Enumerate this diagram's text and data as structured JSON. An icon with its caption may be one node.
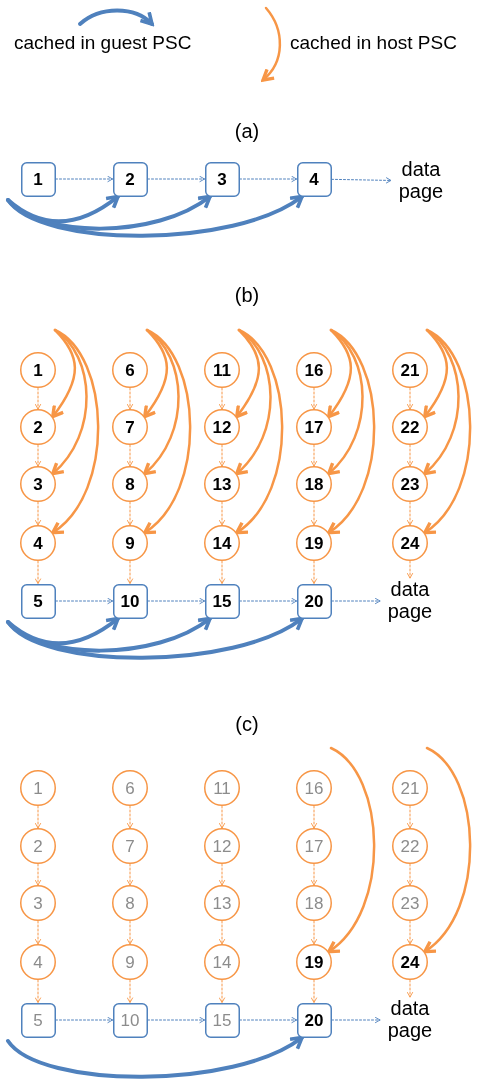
{
  "diagram": {
    "nodes": [
      {
        "text": [
          "1"
        ]
      },
      {
        "text": [
          "2"
        ]
      },
      {
        "text": [
          "3"
        ]
      },
      {
        "text": [
          "4"
        ]
      },
      {
        "text": [
          "data page"
        ]
      },
      {
        "text": [
          "1"
        ]
      },
      {
        "text": [
          "2"
        ]
      },
      {
        "text": [
          "3"
        ]
      },
      {
        "text": [
          "4"
        ]
      },
      {
        "text": [
          "5"
        ]
      },
      {
        "text": [
          "6"
        ]
      },
      {
        "text": [
          "7"
        ]
      },
      {
        "text": [
          "8"
        ]
      },
      {
        "text": [
          "9"
        ]
      },
      {
        "text": [
          "10"
        ]
      },
      {
        "text": [
          "11"
        ]
      },
      {
        "text": [
          "12"
        ]
      },
      {
        "text": [
          "13"
        ]
      },
      {
        "text": [
          "14"
        ]
      },
      {
        "text": [
          "15"
        ]
      },
      {
        "text": [
          "16"
        ]
      },
      {
        "text": [
          "17"
        ]
      },
      {
        "text": [
          "18"
        ]
      },
      {
        "text": [
          "19"
        ]
      },
      {
        "text": [
          "20"
        ]
      },
      {
        "text": [
          "21"
        ]
      },
      {
        "text": [
          "22"
        ]
      },
      {
        "text": [
          "23"
        ]
      },
      {
        "text": [
          "24"
        ]
      },
      {
        "text": [
          "data page"
        ]
      },
      {
        "text": [
          "1"
        ]
      },
      {
        "text": [
          "2"
        ]
      },
      {
        "text": [
          "3"
        ]
      },
      {
        "text": [
          "4"
        ]
      },
      {
        "text": [
          "5"
        ]
      },
      {
        "text": [
          "6"
        ]
      },
      {
        "text": [
          "7"
        ]
      },
      {
        "text": [
          "8"
        ]
      },
      {
        "text": [
          "9"
        ]
      },
      {
        "text": [
          "10"
        ]
      },
      {
        "text": [
          "11"
        ]
      },
      {
        "text": [
          "12"
        ]
      },
      {
        "text": [
          "13"
        ]
      },
      {
        "text": [
          "14"
        ]
      },
      {
        "text": [
          "15"
        ]
      },
      {
        "text": [
          "16"
        ]
      },
      {
        "text": [
          "17"
        ]
      },
      {
        "text": [
          "18"
        ]
      },
      {
        "text": [
          "19"
        ]
      },
      {
        "text": [
          "20"
        ]
      },
      {
        "text": [
          "21"
        ]
      },
      {
        "text": [
          "22"
        ]
      },
      {
        "text": [
          "23"
        ]
      },
      {
        "text": [
          "24"
        ]
      },
      {
        "text": [
          "data page"
        ]
      }
    ],
    "edges": [
      {
        "from": 0,
        "to": 1,
        "arrow": "to",
        "style": "dashed",
        "color": "#4f81bd"
      },
      {
        "from": 1,
        "to": 2,
        "arrow": "to",
        "style": "dashed",
        "color": "#4f81bd"
      },
      {
        "from": 2,
        "to": 3,
        "arrow": "to",
        "style": "dashed",
        "color": "#4f81bd"
      },
      {
        "from": 3,
        "to": 4,
        "arrow": "to",
        "style": "dashed",
        "color": "#4f81bd"
      },
      {
        "from": null,
        "to": 1,
        "arrow": "to",
        "style": "thick",
        "color": "#4f81bd"
      },
      {
        "from": null,
        "to": 2,
        "arrow": "to",
        "style": "thick",
        "color": "#4f81bd"
      },
      {
        "from": null,
        "to": 3,
        "arrow": "to",
        "style": "thick",
        "color": "#4f81bd"
      },
      {
        "from": 5,
        "to": 6,
        "arrow": "to",
        "style": "dashed"
      },
      {
        "from": 6,
        "to": 7,
        "arrow": "to",
        "style": "dashed"
      },
      {
        "from": 7,
        "to": 8,
        "arrow": "to",
        "style": "dashed"
      },
      {
        "from": 8,
        "to": 9,
        "arrow": "to",
        "style": "dashed"
      },
      {
        "from": 10,
        "to": 11,
        "arrow": "to",
        "style": "dashed"
      },
      {
        "from": 11,
        "to": 12,
        "arrow": "to",
        "style": "dashed"
      },
      {
        "from": 12,
        "to": 13,
        "arrow": "to",
        "style": "dashed"
      },
      {
        "from": 13,
        "to": 14,
        "arrow": "to",
        "style": "dashed"
      },
      {
        "from": 15,
        "to": 16,
        "arrow": "to",
        "style": "dashed"
      },
      {
        "from": 16,
        "to": 17,
        "arrow": "to",
        "style": "dashed"
      },
      {
        "from": 17,
        "to": 18,
        "arrow": "to",
        "style": "dashed"
      },
      {
        "from": 18,
        "to": 19,
        "arrow": "to",
        "style": "dashed"
      },
      {
        "from": 20,
        "to": 21,
        "arrow": "to",
        "style": "dashed"
      },
      {
        "from": 21,
        "to": 22,
        "arrow": "to",
        "style": "dashed"
      },
      {
        "from": 22,
        "to": 23,
        "arrow": "to",
        "style": "dashed"
      },
      {
        "from": 23,
        "to": 24,
        "arrow": "to",
        "style": "dashed"
      },
      {
        "from": 25,
        "to": 26,
        "arrow": "to",
        "style": "dashed"
      },
      {
        "from": 26,
        "to": 27,
        "arrow": "to",
        "style": "dashed"
      },
      {
        "from": 27,
        "to": 28,
        "arrow": "to",
        "style": "dashed"
      },
      {
        "from": 28,
        "to": 29,
        "arrow": "to",
        "style": "dashed"
      },
      {
        "from": 9,
        "to": 14,
        "arrow": "to",
        "style": "dashed",
        "color": "#4f81bd"
      },
      {
        "from": 14,
        "to": 19,
        "arrow": "to",
        "style": "dashed",
        "color": "#4f81bd"
      },
      {
        "from": 19,
        "to": 24,
        "arrow": "to",
        "style": "dashed",
        "color": "#4f81bd"
      },
      {
        "from": 24,
        "to": 29,
        "arrow": "to",
        "style": "dashed",
        "color": "#4f81bd"
      },
      {
        "from": null,
        "to": 6,
        "arrow": "to"
      },
      {
        "from": null,
        "to": 7,
        "arrow": "to"
      },
      {
        "from": null,
        "to": 8,
        "arrow": "to"
      },
      {
        "from": null,
        "to": 11,
        "arrow": "to"
      },
      {
        "from": null,
        "to": 12,
        "arrow": "to"
      },
      {
        "from": null,
        "to": 13,
        "arrow": "to"
      },
      {
        "from": null,
        "to": 16,
        "arrow": "to"
      },
      {
        "from": null,
        "to": 17,
        "arrow": "to"
      },
      {
        "from": null,
        "to": 18,
        "arrow": "to"
      },
      {
        "from": null,
        "to": 21,
        "arrow": "to"
      },
      {
        "from": null,
        "to": 22,
        "arrow": "to"
      },
      {
        "from": null,
        "to": 23,
        "arrow": "to"
      },
      {
        "from": null,
        "to": 26,
        "arrow": "to"
      },
      {
        "from": null,
        "to": 27,
        "arrow": "to"
      },
      {
        "from": null,
        "to": 28,
        "arrow": "to"
      },
      {
        "from": null,
        "to": 14,
        "arrow": "to",
        "style": "thick",
        "color": "#4f81bd"
      },
      {
        "from": null,
        "to": 19,
        "arrow": "to",
        "style": "thick",
        "color": "#4f81bd"
      },
      {
        "from": null,
        "to": 24,
        "arrow": "to",
        "style": "thick",
        "color": "#4f81bd"
      },
      {
        "from": 30,
        "to": 31,
        "arrow": "to",
        "style": "dashed"
      },
      {
        "from": 31,
        "to": 32,
        "arrow": "to",
        "style": "dashed"
      },
      {
        "from": 32,
        "to": 33,
        "arrow": "to",
        "style": "dashed"
      },
      {
        "from": 33,
        "to": 34,
        "arrow": "to",
        "style": "dashed"
      },
      {
        "from": 35,
        "to": 36,
        "arrow": "to",
        "style": "dashed"
      },
      {
        "from": 36,
        "to": 37,
        "arrow": "to",
        "style": "dashed"
      },
      {
        "from": 37,
        "to": 38,
        "arrow": "to",
        "style": "dashed"
      },
      {
        "from": 38,
        "to": 39,
        "arrow": "to",
        "style": "dashed"
      },
      {
        "from": 40,
        "to": 41,
        "arrow": "to",
        "style": "dashed"
      },
      {
        "from": 41,
        "to": 42,
        "arrow": "to",
        "style": "dashed"
      },
      {
        "from": 42,
        "to": 43,
        "arrow": "to",
        "style": "dashed"
      },
      {
        "from": 43,
        "to": 44,
        "arrow": "to",
        "style": "dashed"
      },
      {
        "from": 45,
        "to": 46,
        "arrow": "to",
        "style": "dashed"
      },
      {
        "from": 46,
        "to": 47,
        "arrow": "to",
        "style": "dashed"
      },
      {
        "from": 47,
        "to": 48,
        "arrow": "to",
        "style": "dashed"
      },
      {
        "from": 48,
        "to": 49,
        "arrow": "to",
        "style": "dashed"
      },
      {
        "from": 50,
        "to": 51,
        "arrow": "to",
        "style": "dashed"
      },
      {
        "from": 51,
        "to": 52,
        "arrow": "to",
        "style": "dashed"
      },
      {
        "from": 52,
        "to": 53,
        "arrow": "to",
        "style": "dashed"
      },
      {
        "from": 53,
        "to": 54,
        "arrow": "to",
        "style": "dashed"
      },
      {
        "from": 34,
        "to": 39,
        "arrow": "to",
        "style": "dashed",
        "color": "#4f81bd"
      },
      {
        "from": 39,
        "to": 44,
        "arrow": "to",
        "style": "dashed",
        "color": "#4f81bd"
      },
      {
        "from": 44,
        "to": 49,
        "arrow": "to",
        "style": "dashed",
        "color": "#4f81bd"
      },
      {
        "from": 49,
        "to": 54,
        "arrow": "to",
        "style": "dashed",
        "color": "#4f81bd"
      },
      {
        "from": null,
        "to": 48,
        "arrow": "to"
      },
      {
        "from": null,
        "to": 53,
        "arrow": "to"
      },
      {
        "from": null,
        "to": 49,
        "arrow": "to",
        "style": "thick",
        "color": "#4f81bd"
      }
    ],
    "labels": [
      "(a)",
      "(b)",
      "(c)"
    ],
    "legend": [
      {
        "text": "cached in guest PSC"
      },
      {
        "text": "cached in host PSC"
      }
    ]
  }
}
